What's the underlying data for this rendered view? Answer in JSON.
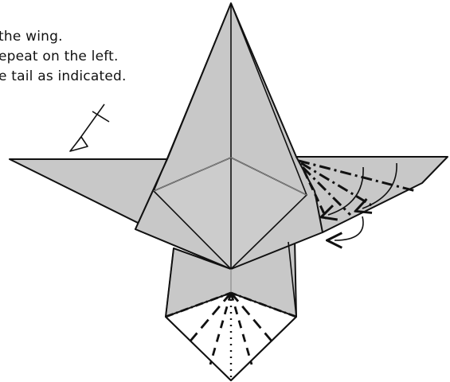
{
  "instructions": [
    "the wing.",
    "epeat on the left.",
    "e tail as indicated."
  ],
  "colors": {
    "paper": "#c8c8c8",
    "outline": "#111111",
    "crease": "#8a8a8a",
    "background": "#ffffff"
  },
  "icons": {
    "fold-arrow": "curved-arrow",
    "push-arrow": "hollow-arrowhead"
  }
}
